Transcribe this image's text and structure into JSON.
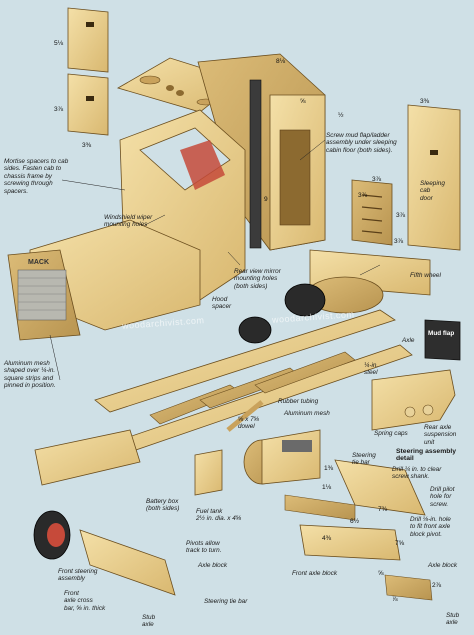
{
  "watermarks": [
    "woodarchivist.com",
    "woodarchivist.com"
  ],
  "brand_plate": "MACK",
  "dimensions": {
    "door_height_top": "5⅛",
    "door_height_bottom": "3⅞",
    "door_width": "3⅜",
    "cab_width": "8⅛",
    "cab_depth_small": "⅝",
    "cab_half": "½",
    "cab_height": "9",
    "sleeper_door_width": "3⅜",
    "sleeper_door_height": "3⅞",
    "sleeper_flap_width": "3⅞",
    "sleeper_flap_side": "3⅞",
    "sleeper_flap_height": "3⅞",
    "dowel_dim": "⅝ x 7⅝",
    "steer_bar_len": "1⅜",
    "axle_block_len": "6½",
    "tie_bar_total": "7⅜",
    "tie_bar_mid": "7⅝",
    "front_axle_block_len": "4⅜",
    "stub_small_a": "⅝",
    "stub_small_b": "⅞",
    "stub_small_c": "2⅞",
    "frame_depth": "1⅛"
  },
  "labels": {
    "mortise": "Mortise spacers to cab\nsides. Fasten cab to\nchassis frame by\nscrewing through\nspacers.",
    "windshield": "Windshield wiper\nmounting holes",
    "mud_flap": "Screw mud flap/ladder\nassembly under sleeping\ncabin floor (both sides).",
    "sleeping_door": "Sleeping\ncab\ndoor",
    "rear_mirror": "Rear view mirror\nmounting holes\n(both sides)",
    "hood_spacer": "Hood\nspacer",
    "fifth_wheel": "Fifth wheel",
    "aluminum_mesh_left": "Aluminum mesh\nshaped over ¼-in.\nsquare strips and\npinned in position.",
    "mud_flap_tag": "Mud flap",
    "axle": "Axle",
    "steel": "¼-in.\nsteel",
    "rubber_tubing": "Rubber tubing",
    "aluminum_mesh_mid": "Aluminum mesh",
    "spring_caps": "Spring caps",
    "rear_axle": "Rear axle\nsuspension\nunit",
    "dowel": "⅝ x 7⅝\ndowel",
    "battery_box": "Battery box\n(both sides)",
    "fuel_tank": "Fuel tank\n2½ in. dia. x 4⅝",
    "pivots": "Pivots allow\ntrack to turn.",
    "axle_block_left": "Axle block",
    "front_steering": "Front steering\nassembly",
    "front_axle_cross": "Front\naxle cross\nbar, ⅝ in. thick",
    "stub_axle": "Stub\naxle",
    "steering_tie_bar_bottom": "Steering tie bar",
    "steering_detail": "Steering assembly\ndetail",
    "steering_tie_bar_top": "Steering\ntie bar",
    "drill_quarter": "Drill ¼ in. to clear\nscrew shank.",
    "drill_pilot": "Drill pilot\nhole for\nscrew.",
    "drill_front_axle": "Drill ⅛-in. hole\nto fit front axle\nblock pivot.",
    "front_axle_block": "Front axle block",
    "axle_block_right": "Axle block",
    "stub_axle_right": "Stub\naxle"
  }
}
